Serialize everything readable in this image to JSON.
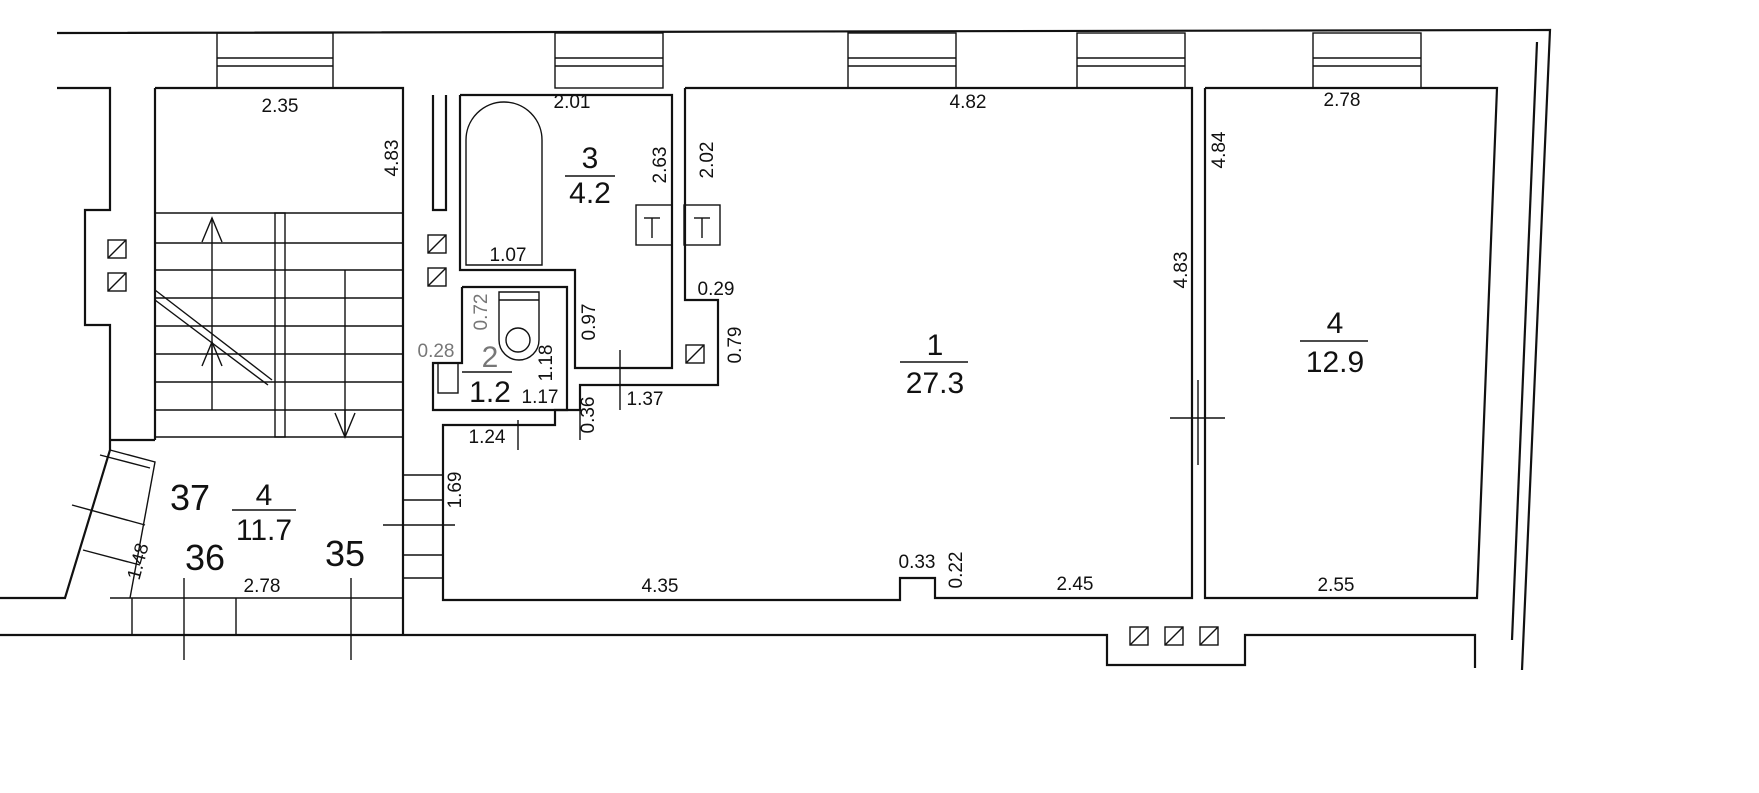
{
  "rooms": [
    {
      "number": "1",
      "area": "27.3"
    },
    {
      "number": "2",
      "area": "1.2"
    },
    {
      "number": "3",
      "area": "4.2"
    },
    {
      "number": "4",
      "area": "12.9"
    },
    {
      "number": "4",
      "area": "11.7"
    }
  ],
  "apartment_numbers": [
    "37",
    "36",
    "35"
  ],
  "dimensions": {
    "stair_top_width": "2.35",
    "stair_height": "4.83",
    "room3_width": "2.01",
    "room3_height": "2.63",
    "bath_width": "1.07",
    "room1_left_height": "2.02",
    "room1_top": "4.82",
    "room1_right_height": "4.83",
    "room4_top": "2.78",
    "room4_left_height": "4.84",
    "room4_bottom": "2.55",
    "step_029": "0.29",
    "step_079": "0.79",
    "step_137": "1.37",
    "wc_097": "0.97",
    "wc_072": "0.72",
    "wc_028": "0.28",
    "wc_118": "1.18",
    "wc_117": "1.17",
    "hall_036": "0.36",
    "hall_124": "1.24",
    "hall_169": "1.69",
    "room1_bottom_left": "4.35",
    "niche_width": "0.33",
    "niche_depth": "0.22",
    "room1_bottom_right": "2.45",
    "lobby_bottom": "2.78",
    "lobby_side": "1.48"
  }
}
